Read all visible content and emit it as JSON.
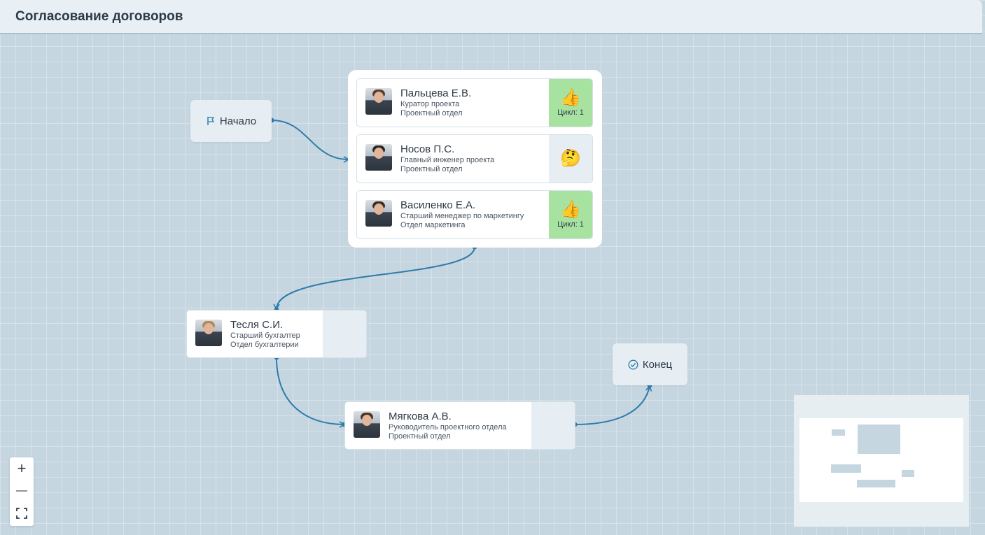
{
  "header": {
    "title": "Согласование договоров"
  },
  "start_node": {
    "label": "Начало",
    "icon": "flag-icon"
  },
  "end_node": {
    "label": "Конец",
    "icon": "check-circle-icon"
  },
  "group": {
    "approvers": [
      {
        "name": "Пальцева Е.В.",
        "role": "Куратор проекта",
        "department": "Проектный отдел",
        "status": "approved",
        "emoji": "👍",
        "cycle": "Цикл: 1"
      },
      {
        "name": "Носов П.С.",
        "role": "Главный инженер проекта",
        "department": "Проектный отдел",
        "status": "thinking",
        "emoji": "🤔",
        "cycle": ""
      },
      {
        "name": "Василенко Е.А.",
        "role": "Старший менеджер по маркетингу",
        "department": "Отдел маркетинга",
        "status": "approved",
        "emoji": "👍",
        "cycle": "Цикл: 1"
      }
    ]
  },
  "approver_tesla": {
    "name": "Тесля С.И.",
    "role": "Старший бухгалтер",
    "department": "Отдел бухгалтерии",
    "status": "pending"
  },
  "approver_myagkova": {
    "name": "Мягкова А.В.",
    "role": "Руководитель проектного отдела",
    "department": "Проектный отдел",
    "status": "pending"
  },
  "controls": {
    "zoom_in": "+",
    "zoom_out": "—",
    "fit_view": "⛶"
  },
  "colors": {
    "edge": "#2e7bab",
    "approved": "#a8e2a0",
    "pending": "#e6eef3",
    "canvas": "#c6d6e0"
  }
}
